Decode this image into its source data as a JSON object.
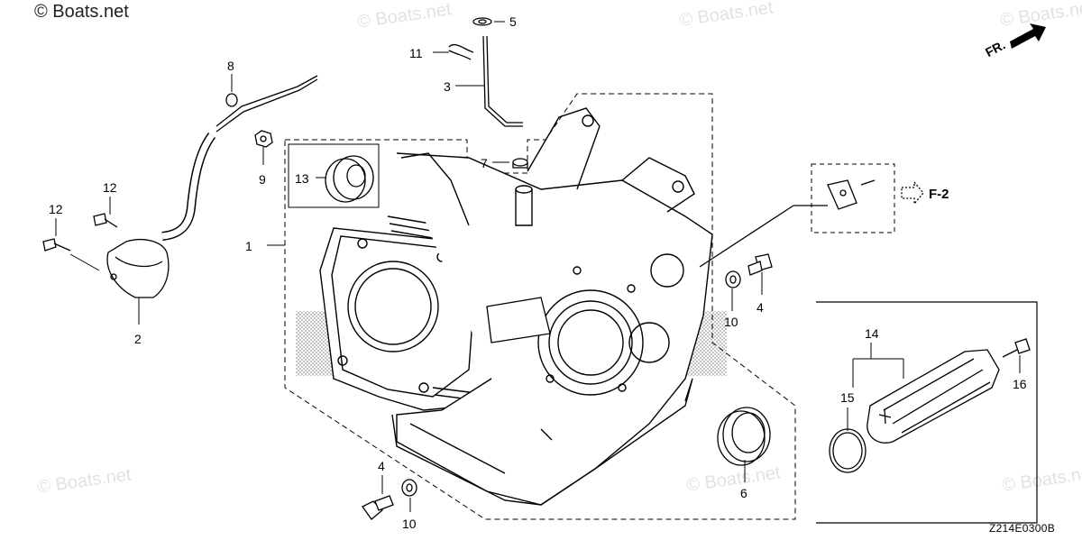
{
  "copyright": "© Boats.net",
  "watermark_text": "© Boats.net",
  "diagram_code": "Z214E0300B",
  "front_label": "FR.",
  "ref_label": "F-2",
  "part_callouts": [
    "1",
    "2",
    "3",
    "4",
    "4",
    "5",
    "6",
    "7",
    "8",
    "9",
    "10",
    "10",
    "11",
    "12",
    "12",
    "13",
    "14",
    "15",
    "16"
  ],
  "colors": {
    "line": "#000000",
    "watermark": "#e2e2e2",
    "background": "#ffffff",
    "stipple": "#bdbdbd"
  }
}
